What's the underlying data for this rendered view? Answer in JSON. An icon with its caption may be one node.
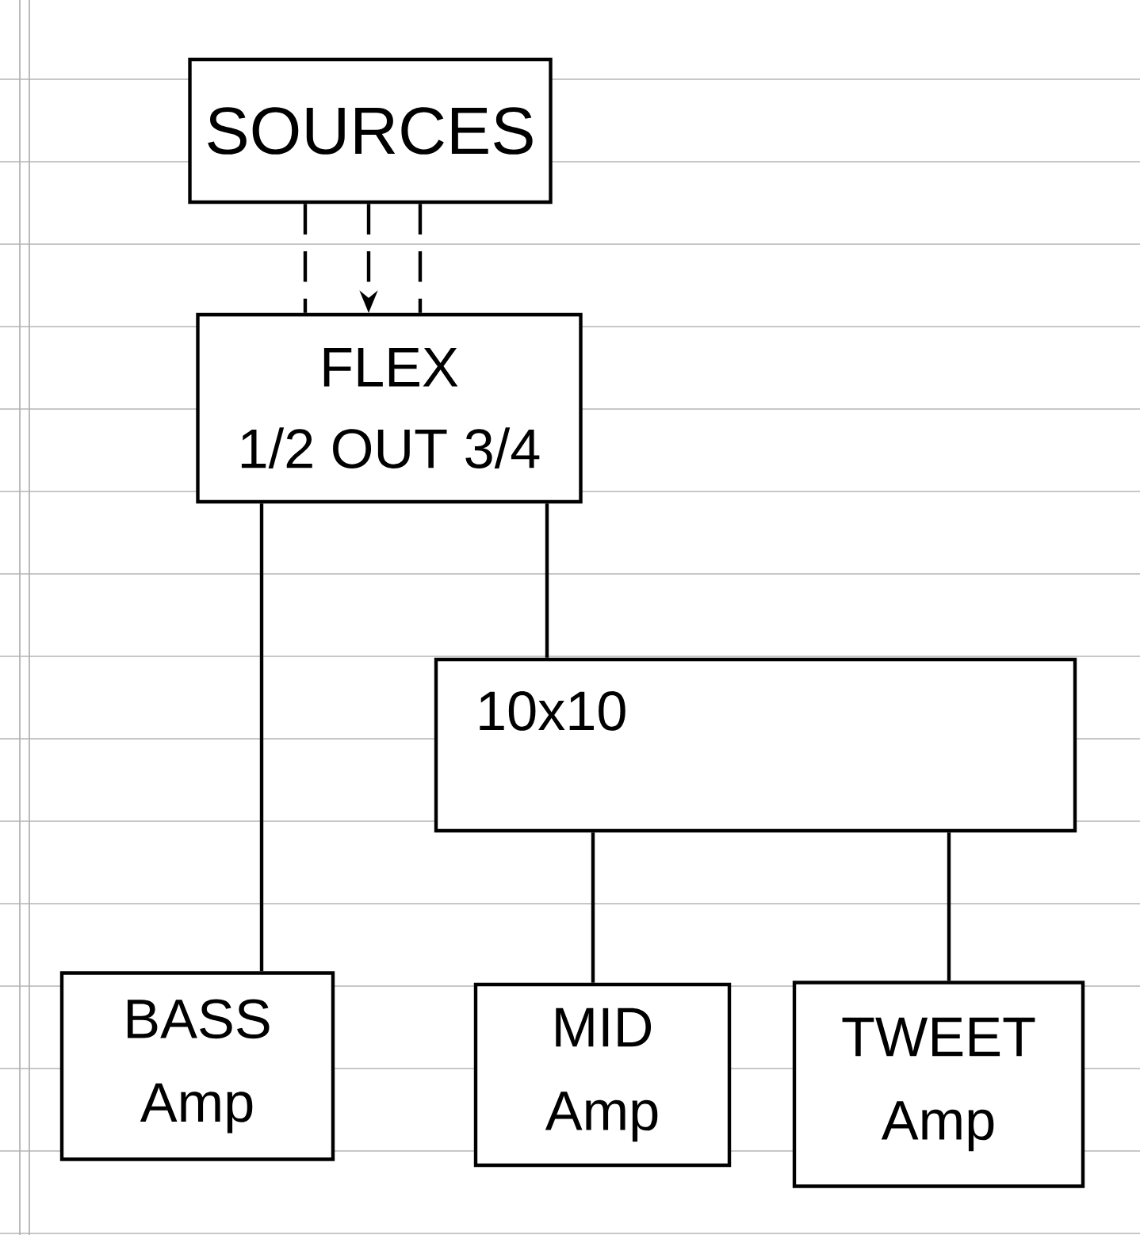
{
  "diagram": {
    "nodes": [
      {
        "text": [
          "SOURCES"
        ]
      },
      {
        "text": [
          "FLEX",
          "1/2 OUT 3/4"
        ]
      },
      {
        "text": [
          "10x10"
        ]
      },
      {
        "text": [
          "BASS Amp"
        ]
      },
      {
        "text": [
          "MID Amp"
        ]
      },
      {
        "text": [
          "TWEET Amp"
        ]
      }
    ],
    "edges": [
      {
        "from": 0,
        "to": 1,
        "arrow": "none",
        "style": "dashed"
      },
      {
        "from": 0,
        "to": 1,
        "arrow": "to",
        "style": "dashed"
      },
      {
        "from": 0,
        "to": 1,
        "arrow": "none",
        "style": "dashed"
      },
      {
        "from": 1,
        "to": 3,
        "arrow": "none"
      },
      {
        "from": 1,
        "to": 2,
        "arrow": "none"
      },
      {
        "from": 2,
        "to": 4,
        "arrow": "none"
      },
      {
        "from": 2,
        "to": 5,
        "arrow": "none"
      }
    ]
  }
}
